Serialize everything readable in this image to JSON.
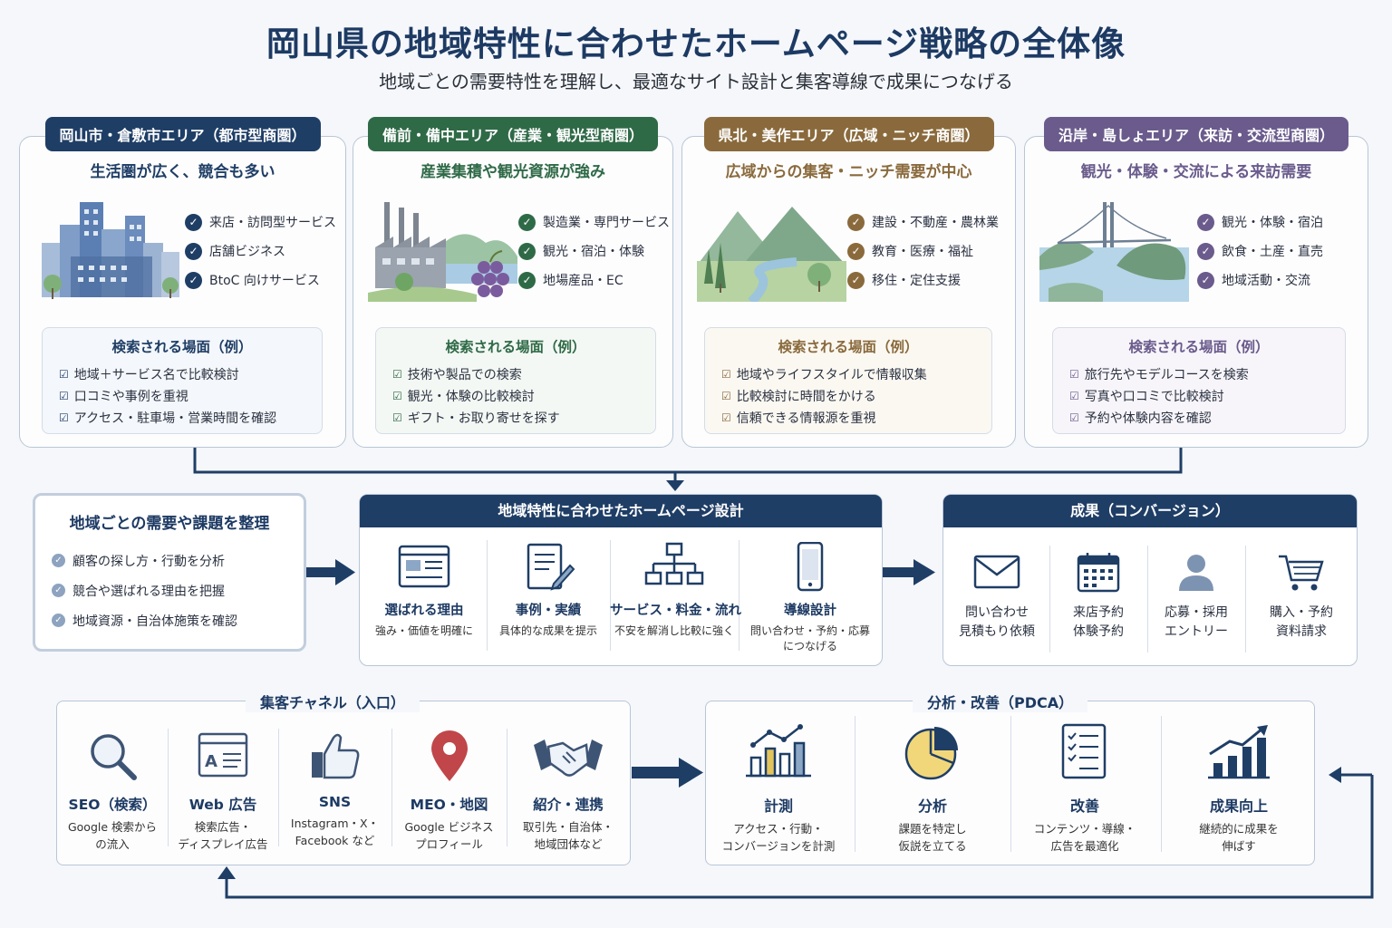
{
  "title": "岡山県の地域特性に合わせたホームページ戦略の全体像",
  "subtitle": "地域ごとの需要特性を理解し、最適なサイト設計と集客導線で成果につなげる",
  "regions": [
    {
      "tag": "岡山市・倉敷市エリア（都市型商圏）",
      "headline": "生活圏が広く、競合も多い",
      "color": "#1f3e66",
      "features": [
        "来店・訪問型サービス",
        "店舗ビジネス",
        "BtoC 向けサービス"
      ],
      "search_title": "検索される場面（例）",
      "search_items": [
        "地域＋サービス名で比較検討",
        "口コミや事例を重視",
        "アクセス・駐車場・営業時間を確認"
      ]
    },
    {
      "tag": "備前・備中エリア（産業・観光型商圏）",
      "headline": "産業集積や観光資源が強み",
      "color": "#2f6a47",
      "features": [
        "製造業・専門サービス",
        "観光・宿泊・体験",
        "地場産品・EC"
      ],
      "search_title": "検索される場面（例）",
      "search_items": [
        "技術や製品での検索",
        "観光・体験の比較検討",
        "ギフト・お取り寄せを探す"
      ]
    },
    {
      "tag": "県北・美作エリア（広域・ニッチ商圏）",
      "headline": "広域からの集客・ニッチ需要が中心",
      "color": "#8a6a3c",
      "features": [
        "建設・不動産・農林業",
        "教育・医療・福祉",
        "移住・定住支援"
      ],
      "search_title": "検索される場面（例）",
      "search_items": [
        "地域やライフスタイルで情報収集",
        "比較検討に時間をかける",
        "信頼できる情報源を重視"
      ]
    },
    {
      "tag": "沿岸・島しょエリア（来訪・交流型商圏）",
      "headline": "観光・体験・交流による来訪需要",
      "color": "#6a5b8c",
      "features": [
        "観光・体験・宿泊",
        "飲食・土産・直売",
        "地域活動・交流"
      ],
      "search_title": "検索される場面（例）",
      "search_items": [
        "旅行先やモデルコースを検索",
        "写真や口コミで比較検討",
        "予約や体験内容を確認"
      ]
    }
  ],
  "organize": {
    "title": "地域ごとの需要や課題を整理",
    "items": [
      "顧客の探し方・行動を分析",
      "競合や選ばれる理由を把握",
      "地域資源・自治体施策を確認"
    ]
  },
  "design": {
    "title": "地域特性に合わせたホームページ設計",
    "columns": [
      {
        "icon": "webpage-icon",
        "title": "選ばれる理由",
        "desc": "強み・価値を明確に"
      },
      {
        "icon": "document-pen-icon",
        "title": "事例・実績",
        "desc": "具体的な成果を提示"
      },
      {
        "icon": "sitemap-icon",
        "title": "サービス・料金・流れ",
        "desc": "不安を解消し比較に強く"
      },
      {
        "icon": "smartphone-icon",
        "title": "導線設計",
        "desc": "問い合わせ・予約・応募につなげる"
      }
    ]
  },
  "results": {
    "title": "成果（コンバージョン）",
    "columns": [
      {
        "icon": "envelope-icon",
        "line1": "問い合わせ",
        "line2": "見積もり依頼"
      },
      {
        "icon": "calendar-icon",
        "line1": "来店予約",
        "line2": "体験予約"
      },
      {
        "icon": "person-icon",
        "line1": "応募・採用",
        "line2": "エントリー"
      },
      {
        "icon": "cart-icon",
        "line1": "購入・予約",
        "line2": "資料請求"
      }
    ]
  },
  "channels": {
    "title": "集客チャネル（入口）",
    "items": [
      {
        "icon": "magnifier-icon",
        "title": "SEO（検索）",
        "desc1": "Google 検索から",
        "desc2": "の流入"
      },
      {
        "icon": "ad-icon",
        "title": "Web 広告",
        "desc1": "検索広告・",
        "desc2": "ディスプレイ広告"
      },
      {
        "icon": "thumbs-up-icon",
        "title": "SNS",
        "desc1": "Instagram・X・",
        "desc2": "Facebook など"
      },
      {
        "icon": "map-pin-icon",
        "title": "MEO・地図",
        "desc1": "Google ビジネス",
        "desc2": "プロフィール"
      },
      {
        "icon": "handshake-icon",
        "title": "紹介・連携",
        "desc1": "取引先・自治体・",
        "desc2": "地域団体など"
      }
    ]
  },
  "pdca": {
    "title": "分析・改善（PDCA）",
    "items": [
      {
        "icon": "bar-chart-icon",
        "title": "計測",
        "desc1": "アクセス・行動・",
        "desc2": "コンバージョンを計測"
      },
      {
        "icon": "pie-chart-icon",
        "title": "分析",
        "desc1": "課題を特定し",
        "desc2": "仮説を立てる"
      },
      {
        "icon": "checklist-icon",
        "title": "改善",
        "desc1": "コンテンツ・導線・",
        "desc2": "広告を最適化"
      },
      {
        "icon": "growth-chart-icon",
        "title": "成果向上",
        "desc1": "継続的に成果を",
        "desc2": "伸ばす"
      }
    ]
  }
}
